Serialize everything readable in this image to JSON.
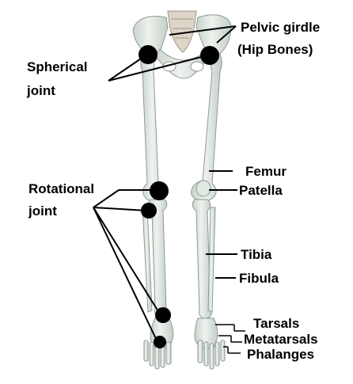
{
  "labels": {
    "pelvic_line1": "Pelvic girdle",
    "pelvic_line2": "(Hip Bones)",
    "spherical_line1": "Spherical",
    "spherical_line2": "joint",
    "rotational_line1": "Rotational",
    "rotational_line2": "joint",
    "femur": "Femur",
    "patella": "Patella",
    "tibia": "Tibia",
    "fibula": "Fibula",
    "tarsals": "Tarsals",
    "metatarsals": "Metatarsals",
    "phalanges": "Phalanges"
  },
  "colors": {
    "bone": "#e6ece6",
    "bone_shade": "#c9d2cc",
    "bone_outline": "#8e9a94",
    "joint_marker": "#000000",
    "sacrum": "#ddd6c8"
  }
}
